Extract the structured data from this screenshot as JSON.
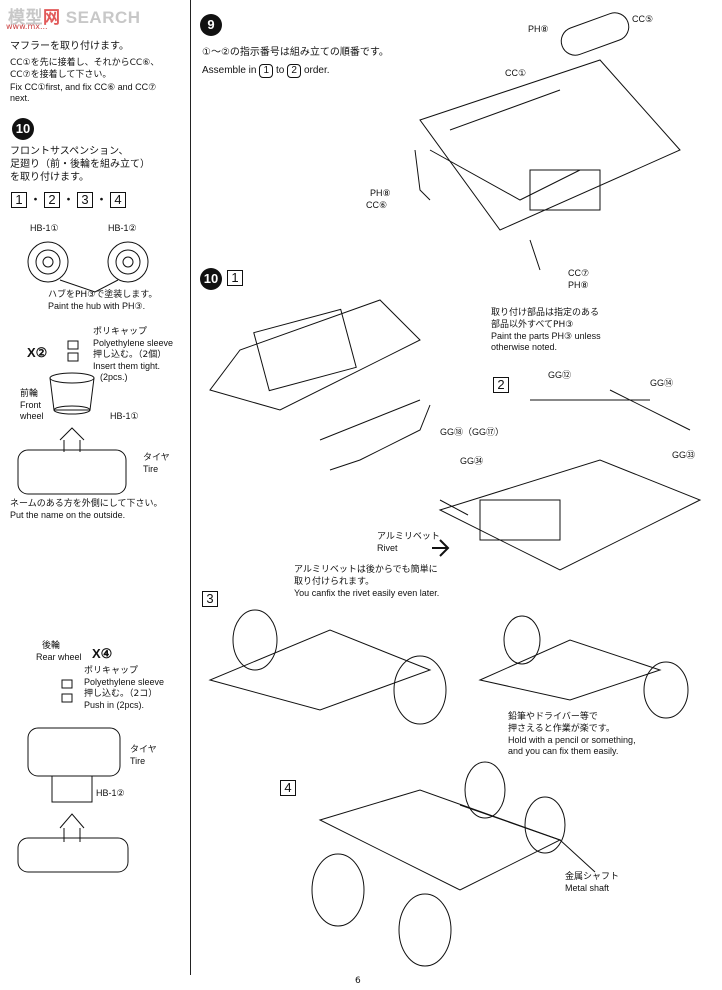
{
  "watermark": {
    "lead": "模型",
    "mark": "网",
    "tail": "SEARCH",
    "sub": "www.mx..."
  },
  "left": {
    "muffler_jp": "マフラーを取り付けます。",
    "muffler_note_jp_1": "CC①を先に接着し、それからCC⑥、",
    "muffler_note_jp_2": "CC⑦を接着して下さい。",
    "muffler_note_en_1": "Fix CC①first, and fix CC⑥ and CC⑦",
    "muffler_note_en_2": "next.",
    "step10_num": "10",
    "step10_jp_1": "フロントサスペンション、",
    "step10_jp_2": "足廻り（前・後輪を組み立て）",
    "step10_jp_3": "を取り付けます。",
    "seq": [
      "1",
      "2",
      "3",
      "4"
    ],
    "hb1_1": "HB-1①",
    "hb1_2": "HB-1②",
    "hub_jp": "ハブをPH③で塗装します。",
    "hub_en": "Paint the hub with PH③.",
    "front_count": "X②",
    "poly_jp_1": "ポリキャップ",
    "poly_en_1": "Polyethylene sleeve",
    "poly_jp_2": "押し込む。（2個）",
    "poly_en_2": "Insert them tight.",
    "poly_en_3": "(2pcs.)",
    "front_jp": "前輪",
    "front_en_1": "Front",
    "front_en_2": "wheel",
    "hb1_front": "HB-1①",
    "tire_jp": "タイヤ",
    "tire_en": "Tire",
    "name_jp": "ネームのある方を外側にして下さい。",
    "name_en": "Put the name on the outside.",
    "rear_jp": "後輪",
    "rear_en": "Rear wheel",
    "rear_count": "X④",
    "rear_poly_jp_1": "ポリキャップ",
    "rear_poly_en_1": "Polyethylene sleeve",
    "rear_poly_jp_2": "押し込む。（2コ）",
    "rear_poly_en_2": "Push in (2pcs).",
    "rear_tire_jp": "タイヤ",
    "rear_tire_en": "Tire",
    "hb1_rear": "HB-1②"
  },
  "right": {
    "step9_num": "9",
    "step9_jp": "①～②の指示番号は組み立ての順番です。",
    "step9_en_a": "Assemble in",
    "step9_en_b": "to",
    "step9_en_c": "order.",
    "seq1": "1",
    "seq2": "2",
    "lbl_ph8": "PH⑧",
    "lbl_cc5": "CC⑤",
    "lbl_cc1": "CC①",
    "lbl_ph8b": "PH⑧",
    "lbl_cc6": "CC⑥",
    "lbl_cc7": "CC⑦",
    "lbl_ph8c": "PH⑧",
    "step10_num": "10",
    "box1": "1",
    "parts_jp_1": "取り付け部品は指定のある",
    "parts_jp_2": "部品以外すべてPH③",
    "parts_en_1": "Paint the parts PH③ unless",
    "parts_en_2": "otherwise noted.",
    "box2": "2",
    "gg12": "GG⑫",
    "gg14": "GG⑭",
    "gg18": "GG⑱（GG⑰）",
    "gg34": "GG㉞",
    "gg33": "GG㉝",
    "rivet_jp": "アルミリベット",
    "rivet_en": "Rivet",
    "rivet_note_jp_1": "アルミリベットは後からでも簡単に",
    "rivet_note_jp_2": "取り付けられます。",
    "rivet_note_en": "You canfix the rivet easily even later.",
    "box3": "3",
    "pencil_jp_1": "鉛筆やドライバー等で",
    "pencil_jp_2": "押さえると作業が楽です。",
    "pencil_en_1": "Hold with a pencil or something,",
    "pencil_en_2": "and you can fix them easily.",
    "box4": "4",
    "shaft_jp": "金属シャフト",
    "shaft_en": "Metal shaft"
  },
  "page_number": "6"
}
